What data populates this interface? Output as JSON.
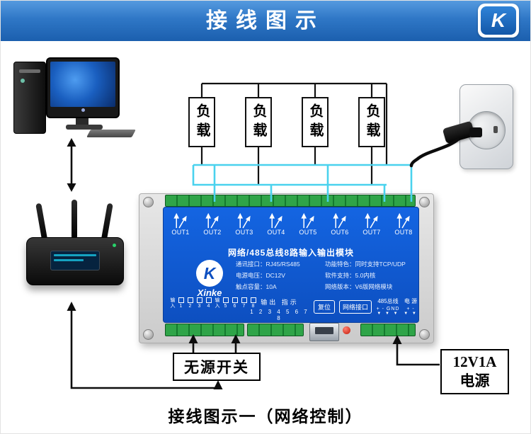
{
  "header": {
    "title": "接线图示",
    "logo_letter": "K"
  },
  "loads": [
    "负载",
    "负载",
    "负载",
    "负载"
  ],
  "module": {
    "title": "网络/485总线8路输入输出模块",
    "brand": "Xinke",
    "logo_letter": "K",
    "outputs": [
      "OUT1",
      "OUT2",
      "OUT3",
      "OUT4",
      "OUT5",
      "OUT6",
      "OUT7",
      "OUT8"
    ],
    "specs_left": [
      "通讯接口：RJ45/RS485",
      "电源电压：DC12V",
      "触点容量：10A"
    ],
    "specs_right": [
      "功能特色：同时支持TCP/UDP",
      "软件支持：5.0内核",
      "网络版本：V6版网络模块"
    ],
    "input_label": "输入",
    "input_numbers": [
      "1",
      "2",
      "3",
      "4",
      "5",
      "6",
      "7",
      "8"
    ],
    "output_indicator_label": "输出 指示",
    "output_indicator_numbers": "1 2 3 4 5 6 7 8",
    "reset_label": "复位",
    "network_port_label": "网络接口",
    "bus_label": "485总线",
    "bus_pins": "+ - GND",
    "bus_arrows": "▼ ▼ ▼",
    "power_label": "电 源",
    "power_pins": "+ -",
    "power_arrows": "▼ ▼"
  },
  "annotations": {
    "passive_switch": "无源开关",
    "psu_line1": "12V1A",
    "psu_line2": "电源",
    "caption": "接线图示一（网络控制）"
  },
  "colors": {
    "header_blue": "#2f77c6",
    "pcb_blue": "#0f55cd",
    "wire_cyan": "#4ad2ee",
    "terminal_green": "#2fa448"
  }
}
